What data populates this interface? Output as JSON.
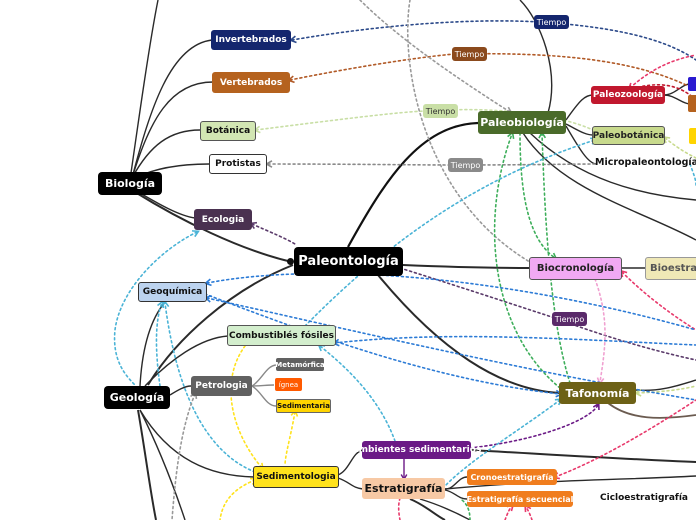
{
  "nodes": {
    "paleontologia": "Paleontología",
    "biologia": "Biología",
    "geologia": "Geología",
    "invertebrados": "Invertebrados",
    "vertebrados": "Vertebrados",
    "botanica": "Botánica",
    "protistas": "Protistas",
    "ecologia": "Ecologia",
    "paleobiologia": "Paleobiología",
    "paleozoologia": "Paleozoología",
    "paleobotanica": "Paleobotánica",
    "micropaleontologia": "Micropaleontología",
    "biocronologia": "Biocronología",
    "bioestratigrafia": "Bioestra",
    "geoquimica": "Geoquímica",
    "combustibles_fosiles": "Combustiblés fósiles",
    "petrologia": "Petrologia",
    "metamorfica": "Metamórfica",
    "ignea": "ígnea",
    "sedimentaria": "Sedimentaria",
    "sedimentologia": "Sedimentologia",
    "ambientes_sedimentarios": "Ambientes sedimentarios",
    "estratigrafia": "Estratigrafía",
    "cronoestratigrafia": "Cronoestratigrafía",
    "estratigrafia_secuencial": "Estratigrafía secuencial",
    "cicloestratigrafia": "Cicloestratigrafía",
    "tafonomia": "Tafonomía"
  },
  "edge_labels": {
    "tiempo_1": "Tiempo",
    "tiempo_2": "Tiempo",
    "tiempo_3": "Tiempo",
    "tiempo_4": "Tiempo",
    "tiempo_5": "Tiempo"
  },
  "colors": {
    "black": "#000000",
    "navy": "#14266e",
    "brown_orange": "#b5621e",
    "olive_green": "#4a6b2a",
    "light_green": "#c9dfa6",
    "plum": "#4a3150",
    "light_blue": "#bcd3ef",
    "mint": "#d3eecd",
    "grey": "#616161",
    "yellow": "#ffe21c",
    "purple": "#6b1a86",
    "peach": "#f7c9a5",
    "orange": "#f07d1e",
    "crimson": "#c1182e",
    "olive": "#6d6116",
    "pink": "#f1a9f3",
    "cream": "#efe8b6",
    "light_yellow_green": "#c8da8d"
  }
}
